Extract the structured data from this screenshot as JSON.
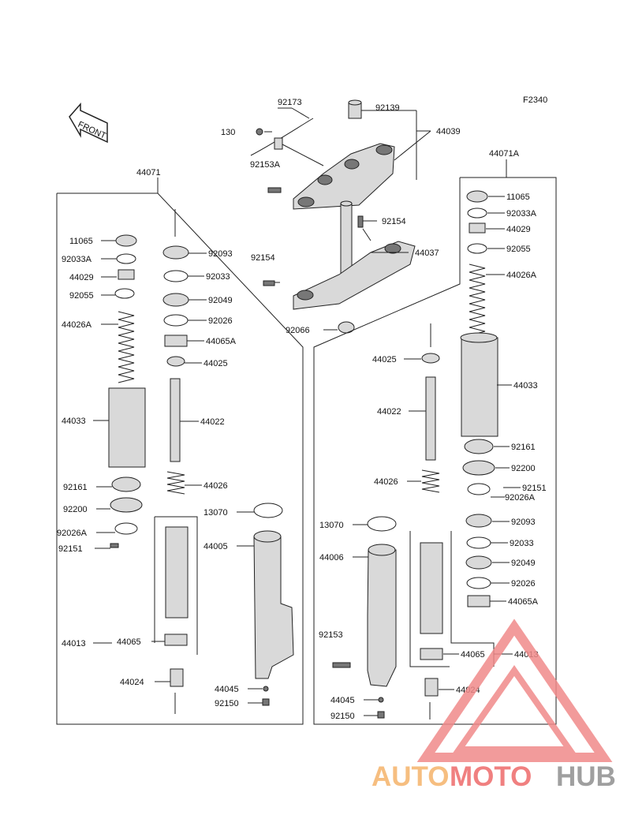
{
  "diagram": {
    "figure_code": "F2340",
    "front_label": "FRONT",
    "left_assembly": "44071",
    "right_assembly": "44071A",
    "top_labels": {
      "bracket": "92173",
      "bolt_130": "130",
      "bolt_92153a": "92153A",
      "cap_92139": "92139",
      "upper_bracket": "44039",
      "pin_92154_r": "92154",
      "pin_92154_l": "92154",
      "stem": "44037",
      "seal_92066": "92066"
    },
    "left_labels": {
      "a": "11065",
      "b": "92033A",
      "c": "44029",
      "d": "92055",
      "e": "44026A",
      "f": "44033",
      "g": "92161",
      "h": "92200",
      "i": "92026A",
      "j": "92151",
      "k": "92093",
      "l": "92033",
      "m": "92049",
      "n": "92026",
      "o": "44065A",
      "p": "44025",
      "q": "44022",
      "r": "44026",
      "s": "13070",
      "t": "44005",
      "u": "44013",
      "v": "44065",
      "w": "44024",
      "x": "44045",
      "y": "92150"
    },
    "right_labels": {
      "a": "11065",
      "b": "92033A",
      "c": "44029",
      "d": "92055",
      "e": "44026A",
      "f": "44025",
      "g": "44033",
      "h": "44022",
      "i": "92161",
      "j": "92200",
      "k": "44026",
      "l": "92151",
      "m": "92026A",
      "n": "13070",
      "o": "92093",
      "p": "92033",
      "q": "44006",
      "r": "92049",
      "s": "92026",
      "t": "44065A",
      "u": "92153",
      "v": "44065",
      "w": "44013",
      "x": "44024",
      "y": "44045",
      "z": "92150"
    }
  },
  "watermark": {
    "auto": "AUTO",
    "moto": "MOTO",
    "hub": "HUB",
    "colors": {
      "auto": "#f5b36b",
      "moto": "#ee6b6b",
      "hub": "#8f8f8f",
      "triangle": "#f08a8a"
    }
  }
}
